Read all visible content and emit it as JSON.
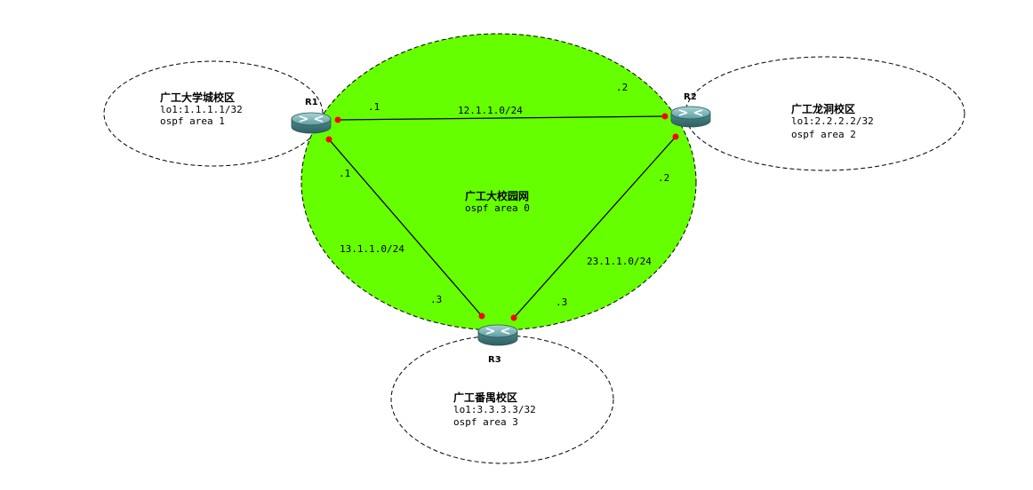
{
  "diagram": {
    "backbone": {
      "title": "广工大校园网",
      "area": "ospf area 0"
    },
    "campuses": [
      {
        "title": "广工大学城校区",
        "loopback": "lo1:1.1.1.1/32",
        "area": "ospf area 1"
      },
      {
        "title": "广工龙洞校区",
        "loopback": "lo1:2.2.2.2/32",
        "area": "ospf area 2"
      },
      {
        "title": "广工番禺校区",
        "loopback": "lo1:3.3.3.3/32",
        "area": "ospf area 3"
      }
    ],
    "routers": [
      {
        "name": "R1"
      },
      {
        "name": "R2"
      },
      {
        "name": "R3"
      }
    ],
    "links": [
      {
        "subnet": "12.1.1.0/24",
        "end_a": ".1",
        "end_b": ".2"
      },
      {
        "subnet": "13.1.1.0/24",
        "end_a": ".1",
        "end_b": ".3"
      },
      {
        "subnet": "23.1.1.0/24",
        "end_a": ".2",
        "end_b": ".3"
      }
    ],
    "colors": {
      "backbone_fill": "#66ff00",
      "port_dot": "#ff0000",
      "router_body": "#5a9ea0"
    }
  }
}
